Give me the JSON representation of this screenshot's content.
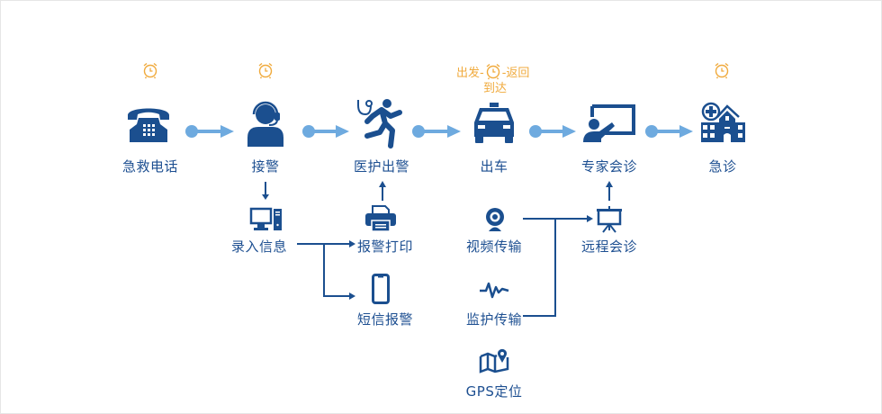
{
  "colors": {
    "icon_blue": "#1b4f8f",
    "connector_light_blue": "#6eaadf",
    "line_blue": "#1b4f8f",
    "alarm_orange": "#f0aa3c",
    "text_blue": "#1d4f91"
  },
  "main_flow": [
    {
      "id": "emergency-call",
      "label": "急救电话",
      "icon": "telephone-icon",
      "timer": true
    },
    {
      "id": "receive-alarm",
      "label": "接警",
      "icon": "headset-operator-icon",
      "timer": true
    },
    {
      "id": "medical-dispatch",
      "label": "医护出警",
      "icon": "running-doctor-icon",
      "timer": false
    },
    {
      "id": "ambulance-out",
      "label": "出车",
      "icon": "car-icon",
      "timer": true
    },
    {
      "id": "expert-consult",
      "label": "专家会诊",
      "icon": "presentation-icon",
      "timer": false
    },
    {
      "id": "emergency-room",
      "label": "急诊",
      "icon": "hospital-icon",
      "timer": true
    }
  ],
  "timer_annotation": {
    "before": "出发-",
    "after": "-返回",
    "line2": "到达"
  },
  "sub_nodes": {
    "record_info": {
      "label": "录入信息",
      "icon": "computer-icon"
    },
    "print_alarm": {
      "label": "报警打印",
      "icon": "printer-icon"
    },
    "sms_alarm": {
      "label": "短信报警",
      "icon": "smartphone-icon"
    },
    "video_transfer": {
      "label": "视频传输",
      "icon": "webcam-icon"
    },
    "monitor_transfer": {
      "label": "监护传输",
      "icon": "heartbeat-icon"
    },
    "gps": {
      "label": "GPS定位",
      "icon": "map-pin-icon"
    },
    "remote_consult": {
      "label": "远程会诊",
      "icon": "projector-screen-icon"
    }
  }
}
